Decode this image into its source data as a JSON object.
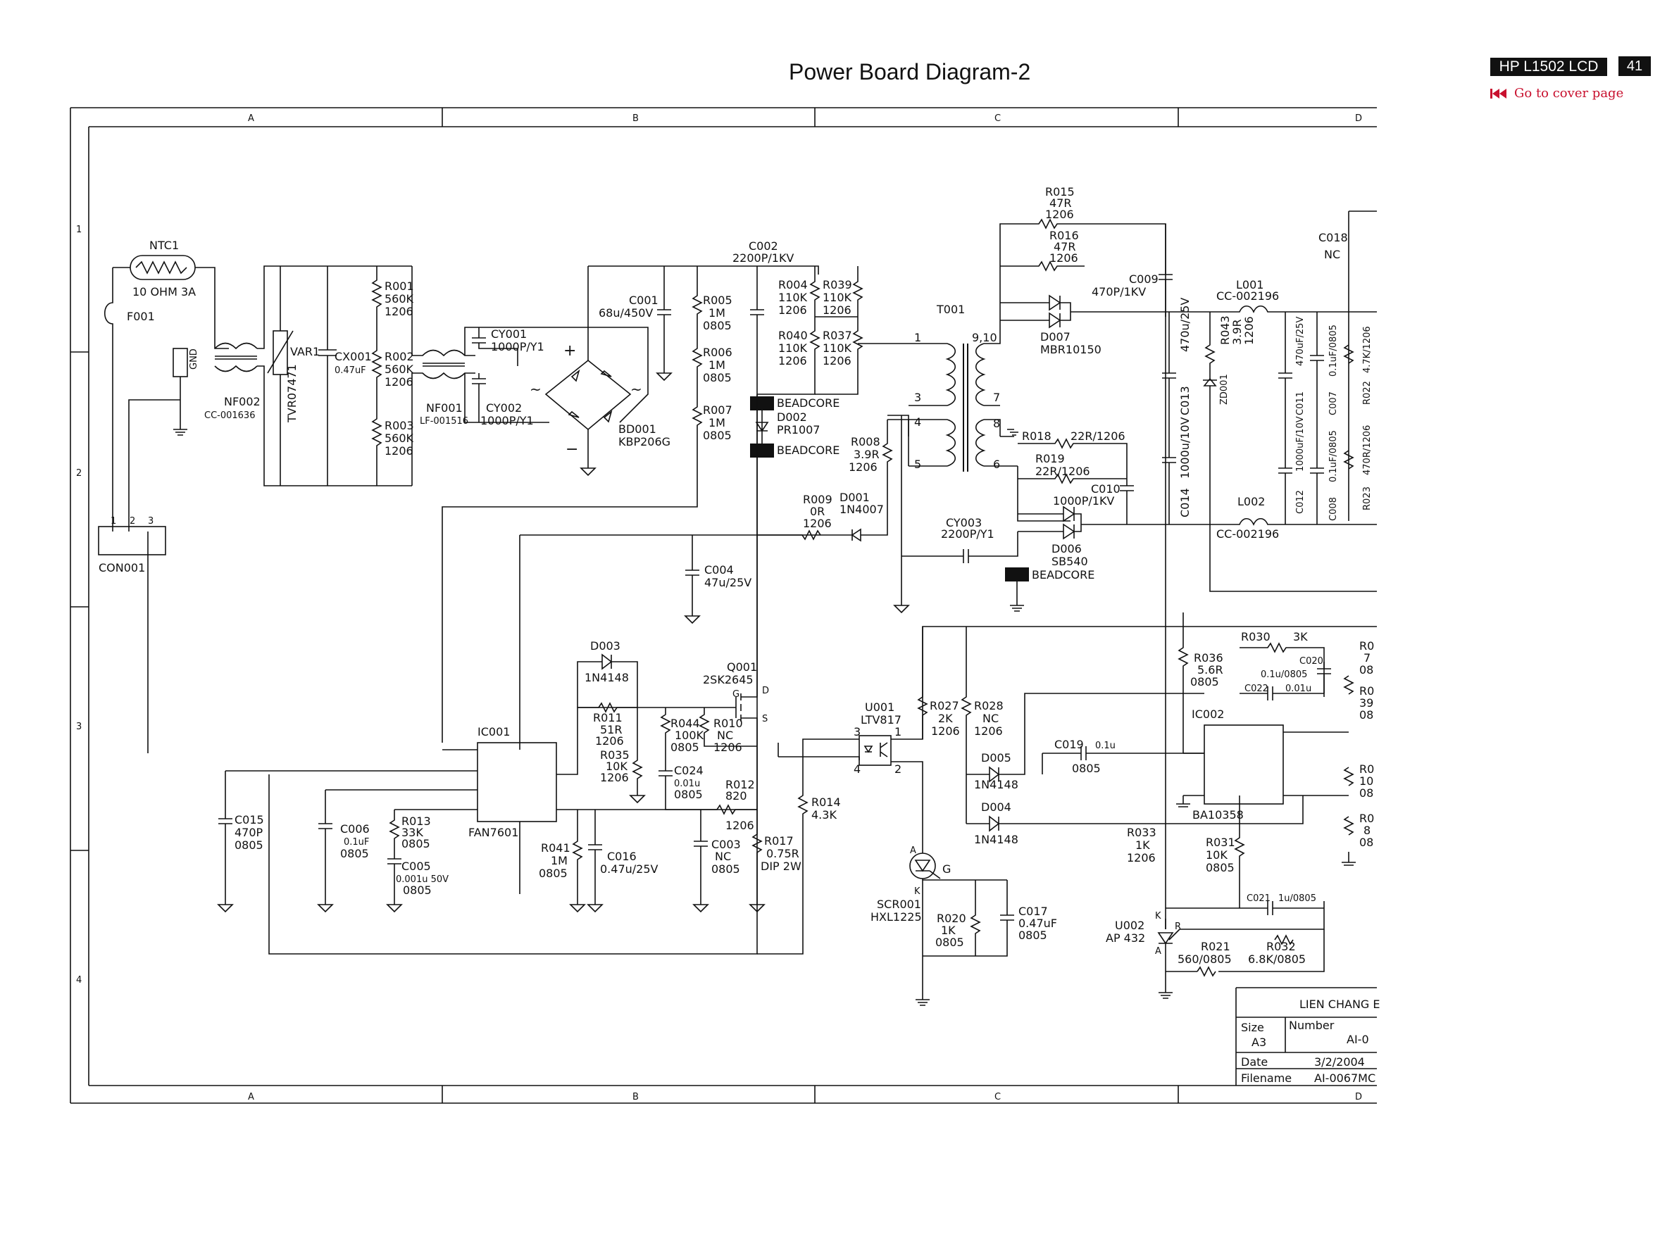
{
  "page": {
    "title": "Power Board Diagram-2",
    "model": "HP L1502 LCD",
    "page_number": "41",
    "cover_link": "Go to cover page",
    "link_color": "#c8102e"
  },
  "grid": {
    "columns": [
      "A",
      "B",
      "C",
      "D"
    ],
    "rows": [
      "1",
      "2",
      "3",
      "4"
    ]
  },
  "components": {
    "ntc1": {
      "ref": "NTC1",
      "value": "10 OHM 3A"
    },
    "f001": {
      "ref": "F001"
    },
    "gnd": {
      "label": "GND"
    },
    "nf002": {
      "ref": "NF002",
      "value": "CC-001636"
    },
    "var1": {
      "ref": "VAR1",
      "value": "TVR07471"
    },
    "cx001": {
      "ref": "CX001",
      "value": "0.47uF"
    },
    "r001": {
      "ref": "R001",
      "value": "560K",
      "size": "1206"
    },
    "r002": {
      "ref": "R002",
      "value": "560K",
      "size": "1206"
    },
    "r003": {
      "ref": "R003",
      "value": "560K",
      "size": "1206"
    },
    "nf001": {
      "ref": "NF001",
      "value": "LF-001516"
    },
    "cy001": {
      "ref": "CY001",
      "value": "1000P/Y1"
    },
    "cy002": {
      "ref": "CY002",
      "value": "1000P/Y1"
    },
    "bd001": {
      "ref": "BD001",
      "value": "KBP206G"
    },
    "c001": {
      "ref": "C001",
      "value": "68u/450V"
    },
    "c002": {
      "ref": "C002",
      "value": "2200P/1KV"
    },
    "r005": {
      "ref": "R005",
      "value": "1M",
      "size": "0805"
    },
    "r006": {
      "ref": "R006",
      "value": "1M",
      "size": "0805"
    },
    "r007": {
      "ref": "R007",
      "value": "1M",
      "size": "0805"
    },
    "r004": {
      "ref": "R004",
      "value": "110K",
      "size": "1206"
    },
    "r039": {
      "ref": "R039",
      "value": "110K",
      "size": "1206"
    },
    "r040": {
      "ref": "R040",
      "value": "110K",
      "size": "1206"
    },
    "r037": {
      "ref": "R037",
      "value": "110K",
      "size": "1206"
    },
    "beadcore": {
      "label": "BEADCORE"
    },
    "d002": {
      "ref": "D002",
      "value": "PR1007"
    },
    "t001": {
      "ref": "T001",
      "pins": [
        "1",
        "9,10",
        "3",
        "7",
        "4",
        "8",
        "5",
        "6"
      ]
    },
    "r008": {
      "ref": "R008",
      "value": "3.9R",
      "size": "1206"
    },
    "r009": {
      "ref": "R009",
      "value": "0R",
      "size": "1206"
    },
    "d001": {
      "ref": "D001",
      "value": "1N4007"
    },
    "c004": {
      "ref": "C004",
      "value": "47u/25V"
    },
    "r015": {
      "ref": "R015",
      "value": "47R",
      "size": "1206"
    },
    "r016": {
      "ref": "R016",
      "value": "47R",
      "size": "1206"
    },
    "d007": {
      "ref": "D007",
      "value": "MBR10150"
    },
    "c009": {
      "ref": "C009",
      "value": "470P/1KV"
    },
    "r018": {
      "ref": "R018",
      "value": "22R/1206"
    },
    "r019": {
      "ref": "R019",
      "value": "22R/1206"
    },
    "c010": {
      "ref": "C010",
      "value": "1000P/1KV"
    },
    "d006": {
      "ref": "D006",
      "value": "SB540"
    },
    "cy003": {
      "ref": "CY003",
      "value": "2200P/Y1"
    },
    "c018": {
      "ref": "C018",
      "value": "NC"
    },
    "l001": {
      "ref": "L001",
      "value": "CC-002196"
    },
    "l002": {
      "ref": "L002",
      "value": "CC-002196"
    },
    "c013": {
      "ref": "C013",
      "value": "470u/25V"
    },
    "c014": {
      "ref": "C014",
      "value": "1000u/10V"
    },
    "r043": {
      "ref": "R043",
      "value": "3.9R",
      "size": "1206"
    },
    "zd001": {
      "ref": "ZD001"
    },
    "c011": {
      "ref": "C011",
      "value": "470uF/25V"
    },
    "c012": {
      "ref": "C012",
      "value": "1000uF/10V"
    },
    "c007": {
      "ref": "C007",
      "value": "0.1uF/0805"
    },
    "c008": {
      "ref": "C008",
      "value": "0.1uF/0805"
    },
    "r022": {
      "ref": "R022",
      "value": "4.7K/1206"
    },
    "r023": {
      "ref": "R023",
      "value": "470R/1206"
    },
    "d003": {
      "ref": "D003",
      "value": "1N4148"
    },
    "q001": {
      "ref": "Q001",
      "value": "2SK2645",
      "pins": [
        "G",
        "D",
        "S"
      ]
    },
    "r011": {
      "ref": "R011",
      "value": "51R",
      "size": "1206"
    },
    "r035": {
      "ref": "R035",
      "value": "10K",
      "size": "1206"
    },
    "r044": {
      "ref": "R044",
      "value": "100K",
      "size": "0805"
    },
    "r010": {
      "ref": "R010",
      "value": "NC",
      "size": "1206"
    },
    "c024": {
      "ref": "C024",
      "value": "0.01u",
      "size": "0805"
    },
    "r012": {
      "ref": "R012",
      "value": "820",
      "size": "1206"
    },
    "ic001": {
      "ref": "IC001",
      "value": "FAN7601"
    },
    "c015": {
      "ref": "C015",
      "value": "470P",
      "size": "0805"
    },
    "c006": {
      "ref": "C006",
      "value": "0.1uF",
      "size": "0805"
    },
    "r013": {
      "ref": "R013",
      "value": "33K",
      "size": "0805"
    },
    "c005": {
      "ref": "C005",
      "value": "0.001u 50V",
      "size": "0805"
    },
    "r041": {
      "ref": "R041",
      "value": "1M",
      "size": "0805"
    },
    "c016": {
      "ref": "C016",
      "value": "0.47u/25V"
    },
    "c003": {
      "ref": "C003",
      "value": "NC",
      "size": "0805"
    },
    "r017": {
      "ref": "R017",
      "value": "0.75R",
      "size": "DIP 2W"
    },
    "r014": {
      "ref": "R014",
      "value": "4.3K"
    },
    "u001": {
      "ref": "U001",
      "value": "LTV817",
      "pins": [
        "3",
        "1",
        "4",
        "2"
      ]
    },
    "r027": {
      "ref": "R027",
      "value": "2K",
      "size": "1206"
    },
    "r028": {
      "ref": "R028",
      "value": "NC",
      "size": "1206"
    },
    "d005": {
      "ref": "D005",
      "value": "1N4148"
    },
    "d004": {
      "ref": "D004",
      "value": "1N4148"
    },
    "c019": {
      "ref": "C019",
      "value": "0.1u",
      "size": "0805"
    },
    "scr001": {
      "ref": "SCR001",
      "value": "HXL1225",
      "pins": [
        "A",
        "G",
        "K"
      ]
    },
    "r020": {
      "ref": "R020",
      "value": "1K",
      "size": "0805"
    },
    "c017": {
      "ref": "C017",
      "value": "0.47uF",
      "size": "0805"
    },
    "r036": {
      "ref": "R036",
      "value": "5.6R",
      "size": "0805"
    },
    "r030": {
      "ref": "R030",
      "value": "3K"
    },
    "c020": {
      "ref": "C020",
      "value": "0.1u/0805"
    },
    "c022": {
      "ref": "C022",
      "value": "0.01u"
    },
    "ic002": {
      "ref": "IC002",
      "value": "BA10358"
    },
    "r033": {
      "ref": "R033",
      "value": "1K",
      "size": "1206"
    },
    "r031": {
      "ref": "R031",
      "value": "10K",
      "size": "0805"
    },
    "c021": {
      "ref": "C021",
      "value": "1u/0805"
    },
    "u002": {
      "ref": "U002",
      "value": "AP 432",
      "pins": [
        "K",
        "R",
        "A"
      ]
    },
    "r021": {
      "ref": "R021",
      "value": "560/0805"
    },
    "r032": {
      "ref": "R032",
      "value": "6.8K/0805"
    },
    "con001": {
      "ref": "CON001",
      "pins": [
        "1",
        "2",
        "3"
      ]
    },
    "edge_partial": [
      "R0",
      "7",
      "08",
      "R0",
      "39",
      "08",
      "R0",
      "10",
      "08",
      "R0",
      "8",
      "08"
    ]
  },
  "title_block": {
    "company": "LIEN CHANG E",
    "size_label": "Size",
    "size_value": "A3",
    "number_label": "Number",
    "number_value": "AI-0",
    "date_label": "Date",
    "date_value": "3/2/2004",
    "filename_label": "Filename",
    "filename_value": "AI-0067MC"
  }
}
